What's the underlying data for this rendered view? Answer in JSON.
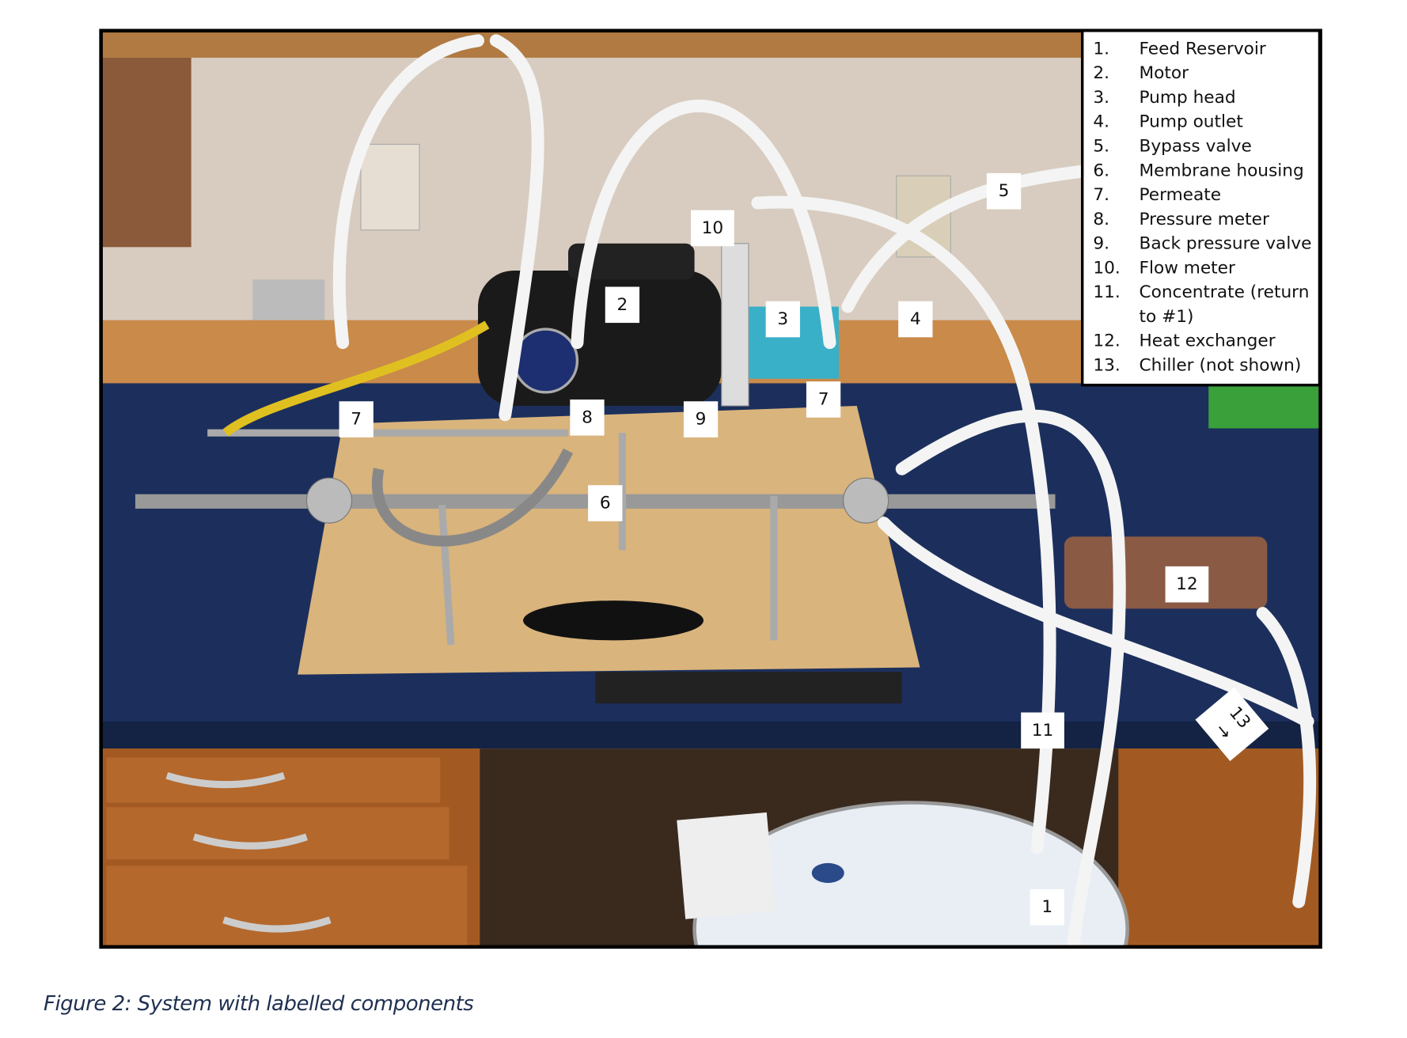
{
  "figure": {
    "caption": "Figure 2: System with labelled components",
    "labels": {
      "l1": "1",
      "l2": "2",
      "l3": "3",
      "l4": "4",
      "l5": "5",
      "l6": "6",
      "l7a": "7",
      "l7b": "7",
      "l8": "8",
      "l9": "9",
      "l10": "10",
      "l11": "11",
      "l12": "12",
      "l13": "13"
    },
    "legend": [
      {
        "num": "1.",
        "text": "Feed Reservoir"
      },
      {
        "num": "2.",
        "text": "Motor"
      },
      {
        "num": "3.",
        "text": "Pump head"
      },
      {
        "num": "4.",
        "text": "Pump outlet"
      },
      {
        "num": "5.",
        "text": "Bypass valve"
      },
      {
        "num": "6.",
        "text": "Membrane housing"
      },
      {
        "num": "7.",
        "text": "Permeate"
      },
      {
        "num": "8.",
        "text": "Pressure meter"
      },
      {
        "num": "9.",
        "text": "Back pressure valve"
      },
      {
        "num": "10.",
        "text": "Flow meter"
      },
      {
        "num": "11.",
        "text": "Concentrate (return",
        "cont": "to #1)"
      },
      {
        "num": "12.",
        "text": "Heat exchanger"
      },
      {
        "num": "13.",
        "text": "Chiller (not shown)"
      }
    ]
  }
}
